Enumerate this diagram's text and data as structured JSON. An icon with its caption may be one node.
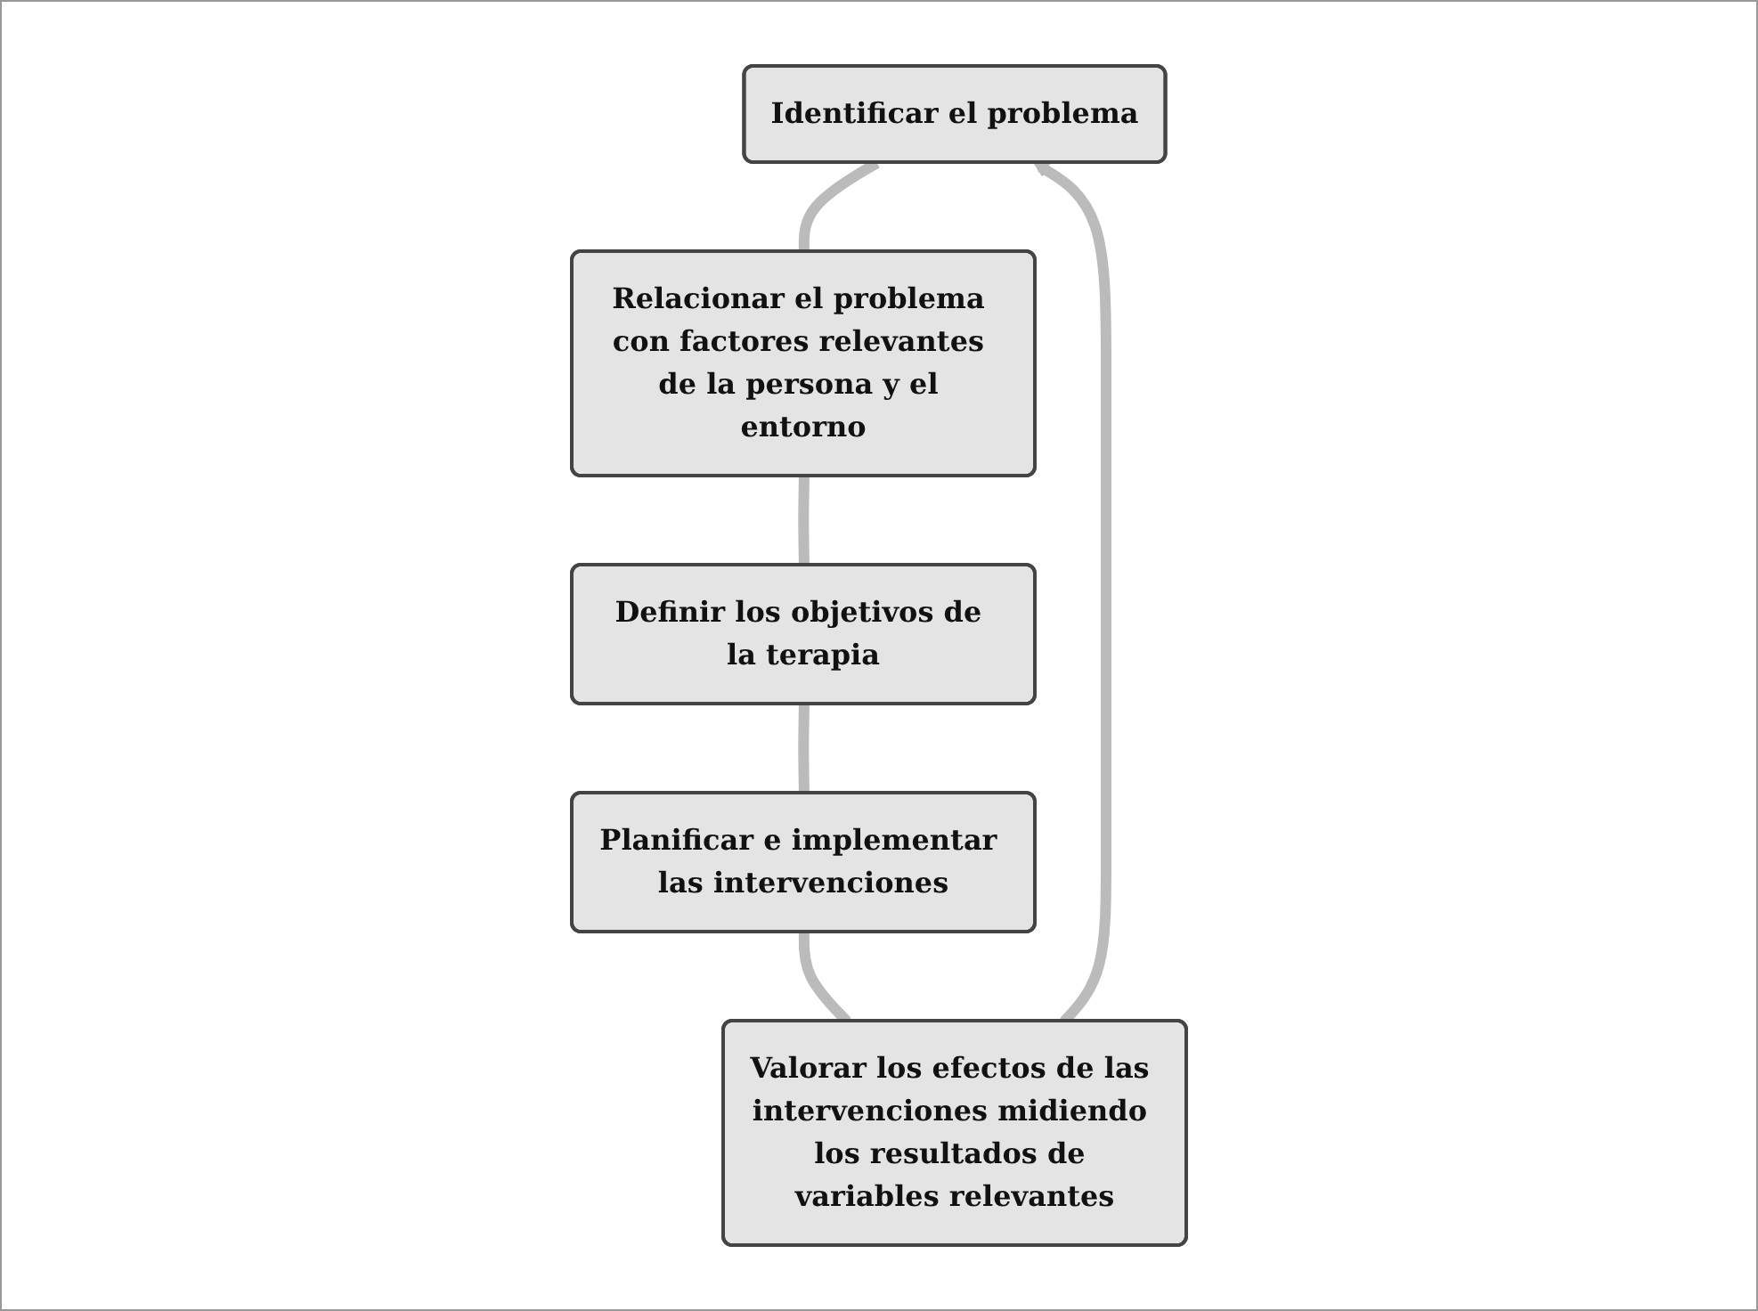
{
  "diagram": {
    "nodes": [
      {
        "text": [
          "Identificar el problema"
        ]
      },
      {
        "text": [
          "Relacionar el problema con factores relevantes de la persona y el entorno"
        ]
      },
      {
        "text": [
          "Definir los objetivos de la terapia"
        ]
      },
      {
        "text": [
          "Planificar e implementar las intervenciones"
        ]
      },
      {
        "text": [
          "Valorar los efectos de las intervenciones midiendo los resultados de variables relevantes"
        ]
      }
    ],
    "edges": [
      {
        "from": 0,
        "to": 1,
        "arrow": "none"
      },
      {
        "from": 1,
        "to": 2,
        "arrow": "none"
      },
      {
        "from": 2,
        "to": 3,
        "arrow": "none"
      },
      {
        "from": 3,
        "to": 4,
        "arrow": "none"
      },
      {
        "from": 4,
        "to": 0,
        "arrow": "to"
      }
    ]
  }
}
